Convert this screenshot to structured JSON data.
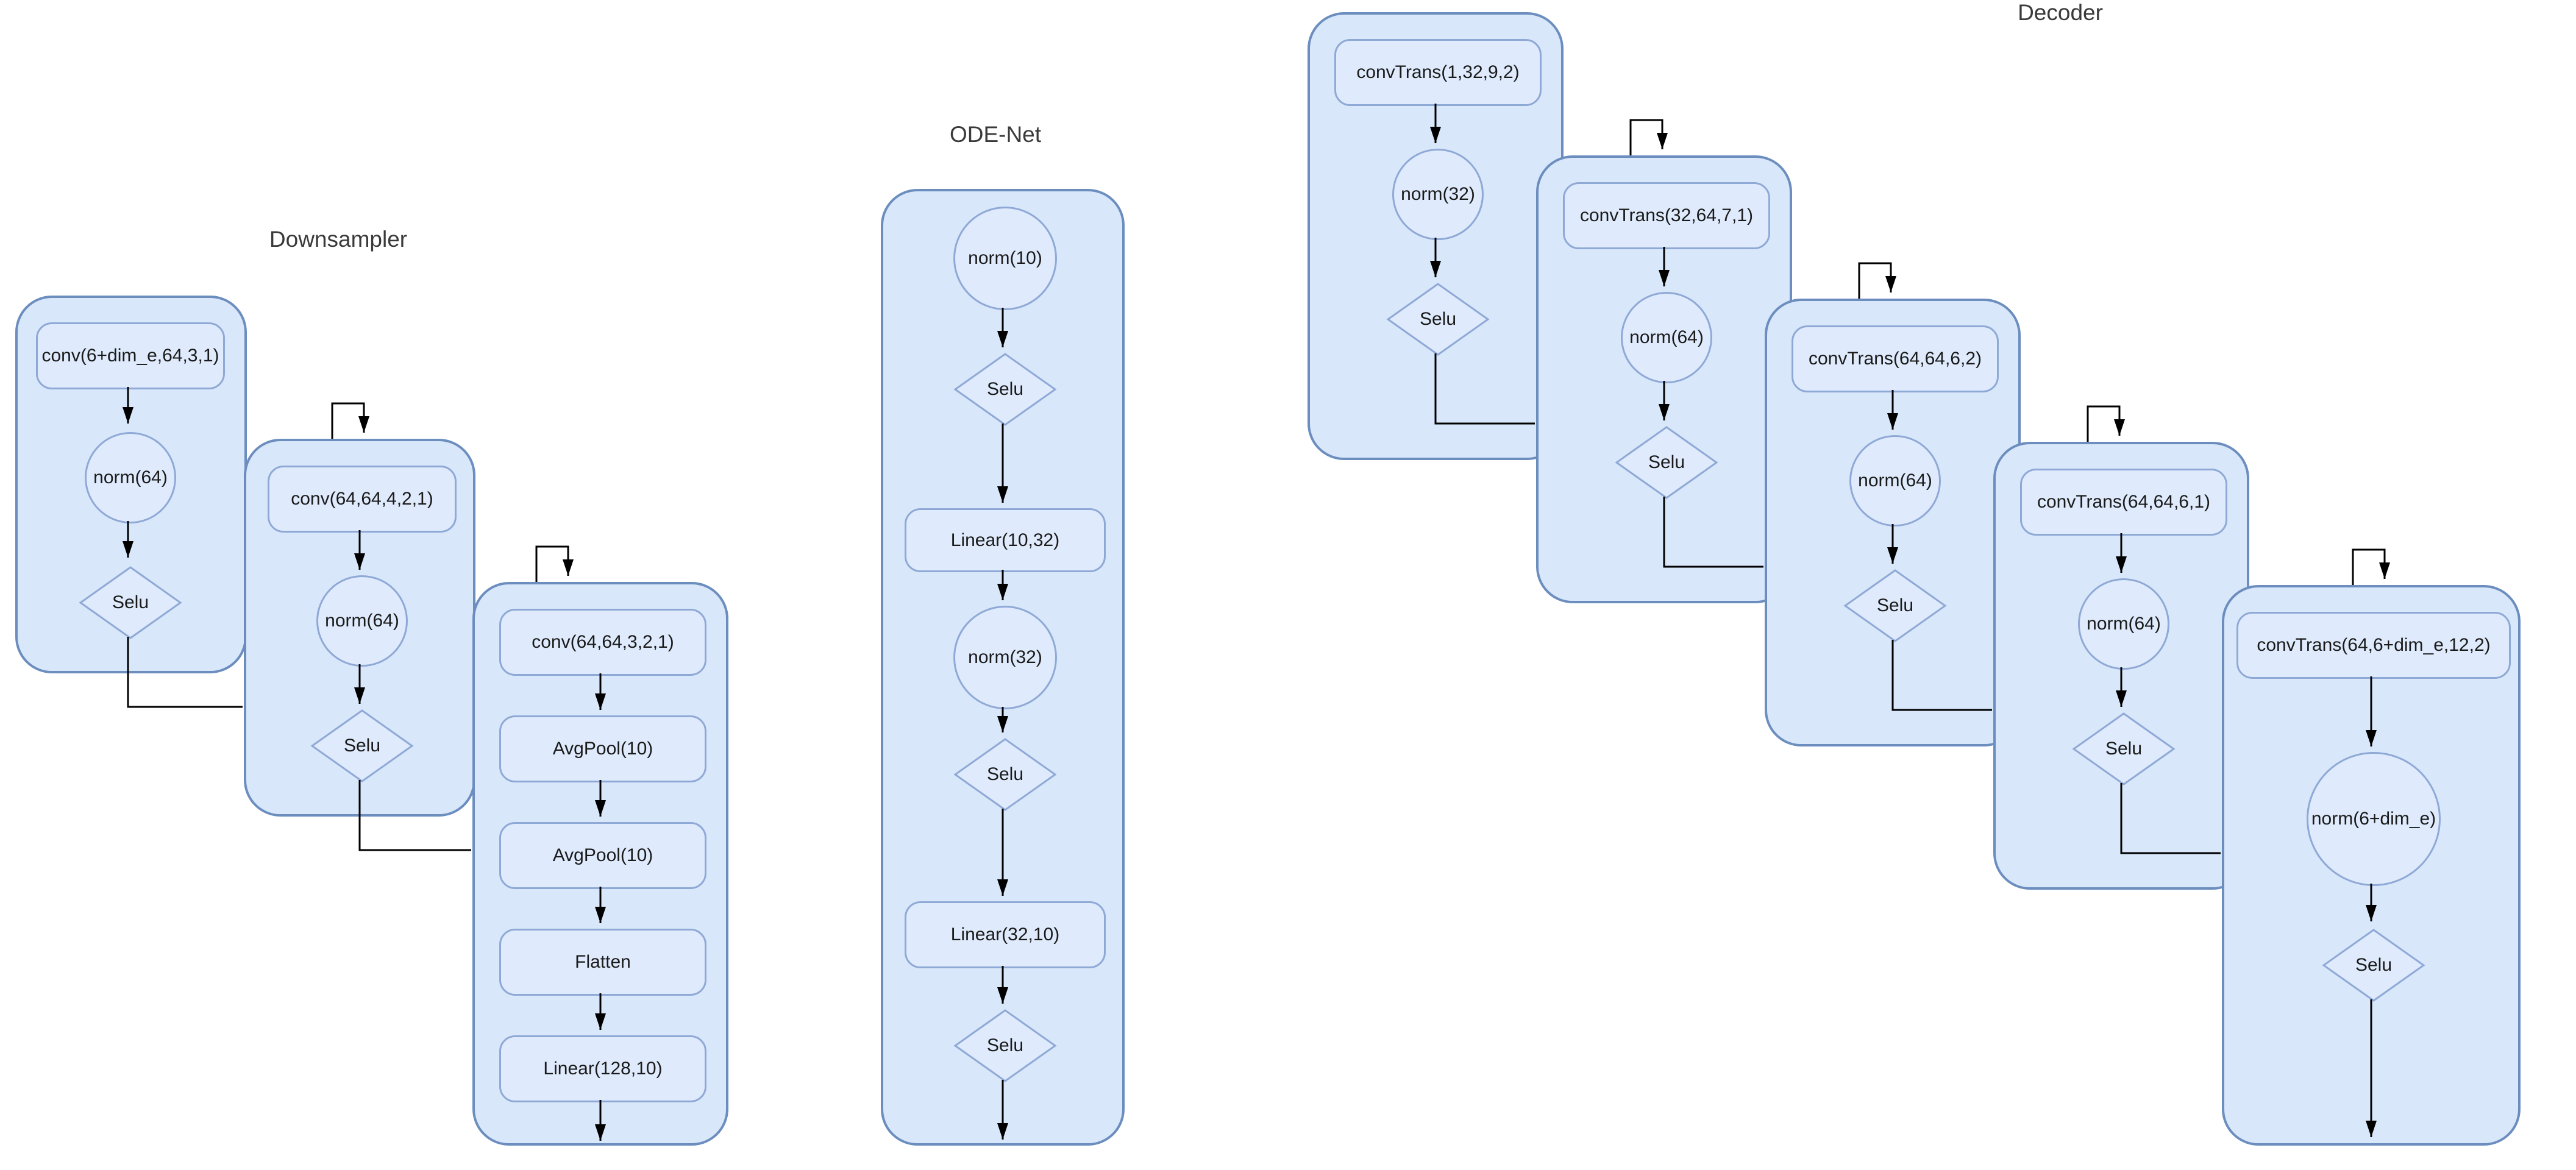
{
  "colors": {
    "card_fill": "#d9e7fa",
    "card_stroke": "#6c8ebf",
    "node_fill": "#dfebfc",
    "node_stroke": "#8fa9d6",
    "connector": "#000000",
    "text": "#1a1a1a"
  },
  "downsampler": {
    "title": "Downsampler",
    "cards": [
      {
        "nodes": [
          {
            "type": "rect",
            "label": "conv(6+dim_e,64,3,1)"
          },
          {
            "type": "circle",
            "label": "norm(64)"
          },
          {
            "type": "diamond",
            "label": "Selu"
          }
        ]
      },
      {
        "nodes": [
          {
            "type": "rect",
            "label": "conv(64,64,4,2,1)"
          },
          {
            "type": "circle",
            "label": "norm(64)"
          },
          {
            "type": "diamond",
            "label": "Selu"
          }
        ]
      },
      {
        "nodes": [
          {
            "type": "rect",
            "label": "conv(64,64,3,2,1)"
          },
          {
            "type": "rect",
            "label": "AvgPool(10)"
          },
          {
            "type": "rect",
            "label": "AvgPool(10)"
          },
          {
            "type": "rect",
            "label": "Flatten"
          },
          {
            "type": "rect",
            "label": "Linear(128,10)"
          }
        ]
      }
    ]
  },
  "odenet": {
    "title": "ODE-Net",
    "nodes": [
      {
        "type": "circle",
        "label": "norm(10)"
      },
      {
        "type": "diamond",
        "label": "Selu"
      },
      {
        "type": "rect",
        "label": "Linear(10,32)"
      },
      {
        "type": "circle",
        "label": "norm(32)"
      },
      {
        "type": "diamond",
        "label": "Selu"
      },
      {
        "type": "rect",
        "label": "Linear(32,10)"
      },
      {
        "type": "diamond",
        "label": "Selu"
      }
    ]
  },
  "decoder": {
    "title": "Decoder",
    "cards": [
      {
        "nodes": [
          {
            "type": "rect",
            "label": "convTrans(1,32,9,2)"
          },
          {
            "type": "circle",
            "label": "norm(32)"
          },
          {
            "type": "diamond",
            "label": "Selu"
          }
        ]
      },
      {
        "nodes": [
          {
            "type": "rect",
            "label": "convTrans(32,64,7,1)"
          },
          {
            "type": "circle",
            "label": "norm(64)"
          },
          {
            "type": "diamond",
            "label": "Selu"
          }
        ]
      },
      {
        "nodes": [
          {
            "type": "rect",
            "label": "convTrans(64,64,6,2)"
          },
          {
            "type": "circle",
            "label": "norm(64)"
          },
          {
            "type": "diamond",
            "label": "Selu"
          }
        ]
      },
      {
        "nodes": [
          {
            "type": "rect",
            "label": "convTrans(64,64,6,1)"
          },
          {
            "type": "circle",
            "label": "norm(64)"
          },
          {
            "type": "diamond",
            "label": "Selu"
          }
        ]
      },
      {
        "nodes": [
          {
            "type": "rect",
            "label": "convTrans(64,6+dim_e,12,2)"
          },
          {
            "type": "circle",
            "label": "norm(6+dim_e)"
          },
          {
            "type": "diamond",
            "label": "Selu"
          }
        ]
      }
    ]
  }
}
